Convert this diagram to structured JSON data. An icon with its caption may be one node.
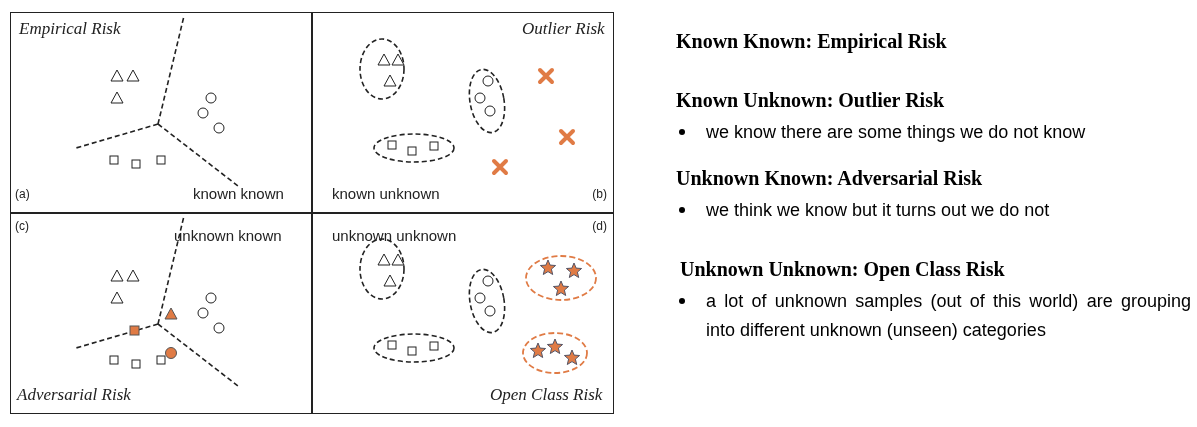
{
  "diagram": {
    "nodes": [
      {
        "text": [
          "Empirical Risk",
          "(a)",
          "known known"
        ]
      },
      {
        "text": [
          "Outlier Risk",
          "known unknown",
          "(b)"
        ]
      },
      {
        "text": [
          "(c)",
          "unknown known",
          "Adversarial Risk"
        ]
      },
      {
        "text": [
          "unknown unknown",
          "(d)",
          "Open Class Risk"
        ]
      }
    ],
    "edges": [],
    "labels": [
      "Known Known: Empirical Risk",
      "Known Unknown: Outlier Risk",
      "we know there are some things we do not know",
      "Unknown Known: Adversarial Risk",
      "we think we know but it turns out we do not",
      "Unknown Unknown: Open Class Risk",
      "a lot of unknown samples (out of this world) are grouping into different unknown (unseen) categories"
    ]
  }
}
